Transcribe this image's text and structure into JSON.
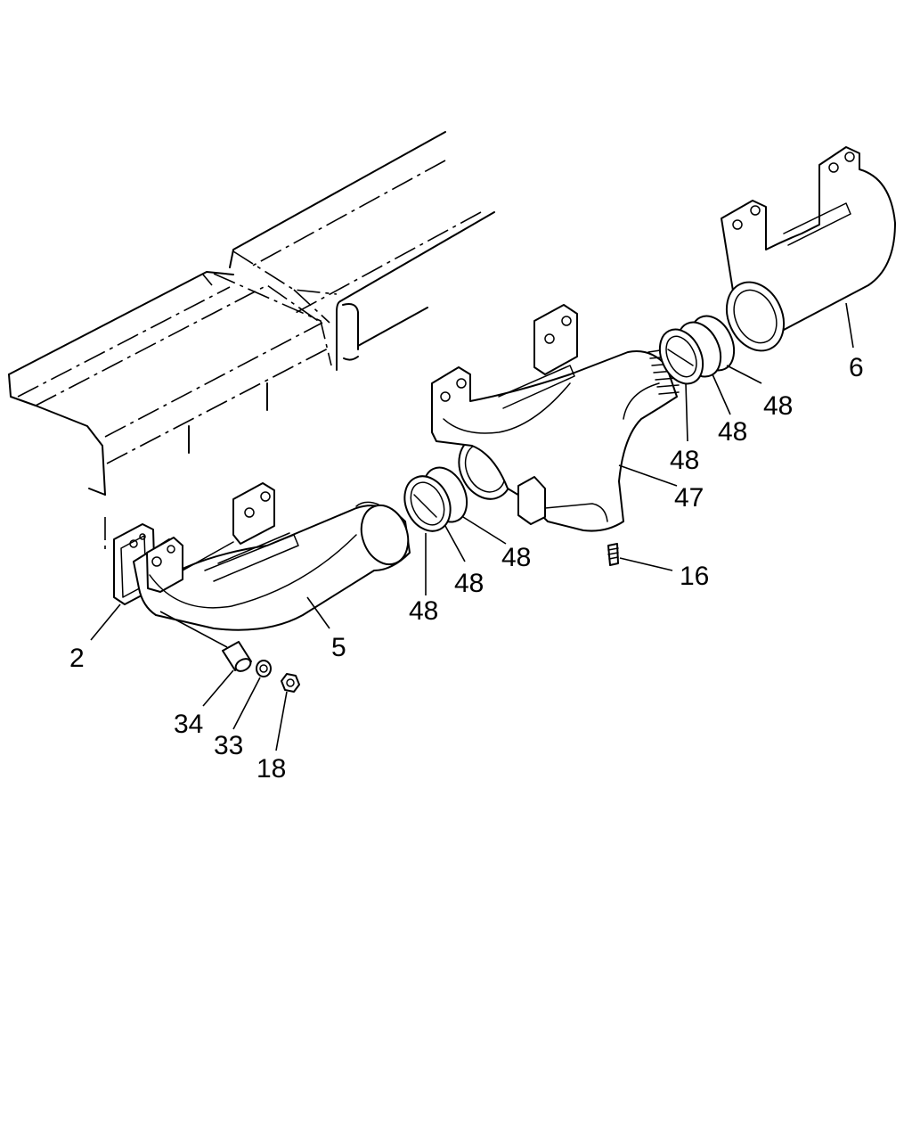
{
  "diagram": {
    "type": "exploded parts diagram",
    "callouts": [
      {
        "id": "c2",
        "label": "2"
      },
      {
        "id": "c5",
        "label": "5"
      },
      {
        "id": "c6",
        "label": "6"
      },
      {
        "id": "c16",
        "label": "16"
      },
      {
        "id": "c18",
        "label": "18"
      },
      {
        "id": "c33",
        "label": "33"
      },
      {
        "id": "c34",
        "label": "34"
      },
      {
        "id": "c47",
        "label": "47"
      },
      {
        "id": "c48a",
        "label": "48"
      },
      {
        "id": "c48b",
        "label": "48"
      },
      {
        "id": "c48c",
        "label": "48"
      },
      {
        "id": "c48d",
        "label": "48"
      },
      {
        "id": "c48e",
        "label": "48"
      },
      {
        "id": "c48f",
        "label": "48"
      }
    ]
  }
}
